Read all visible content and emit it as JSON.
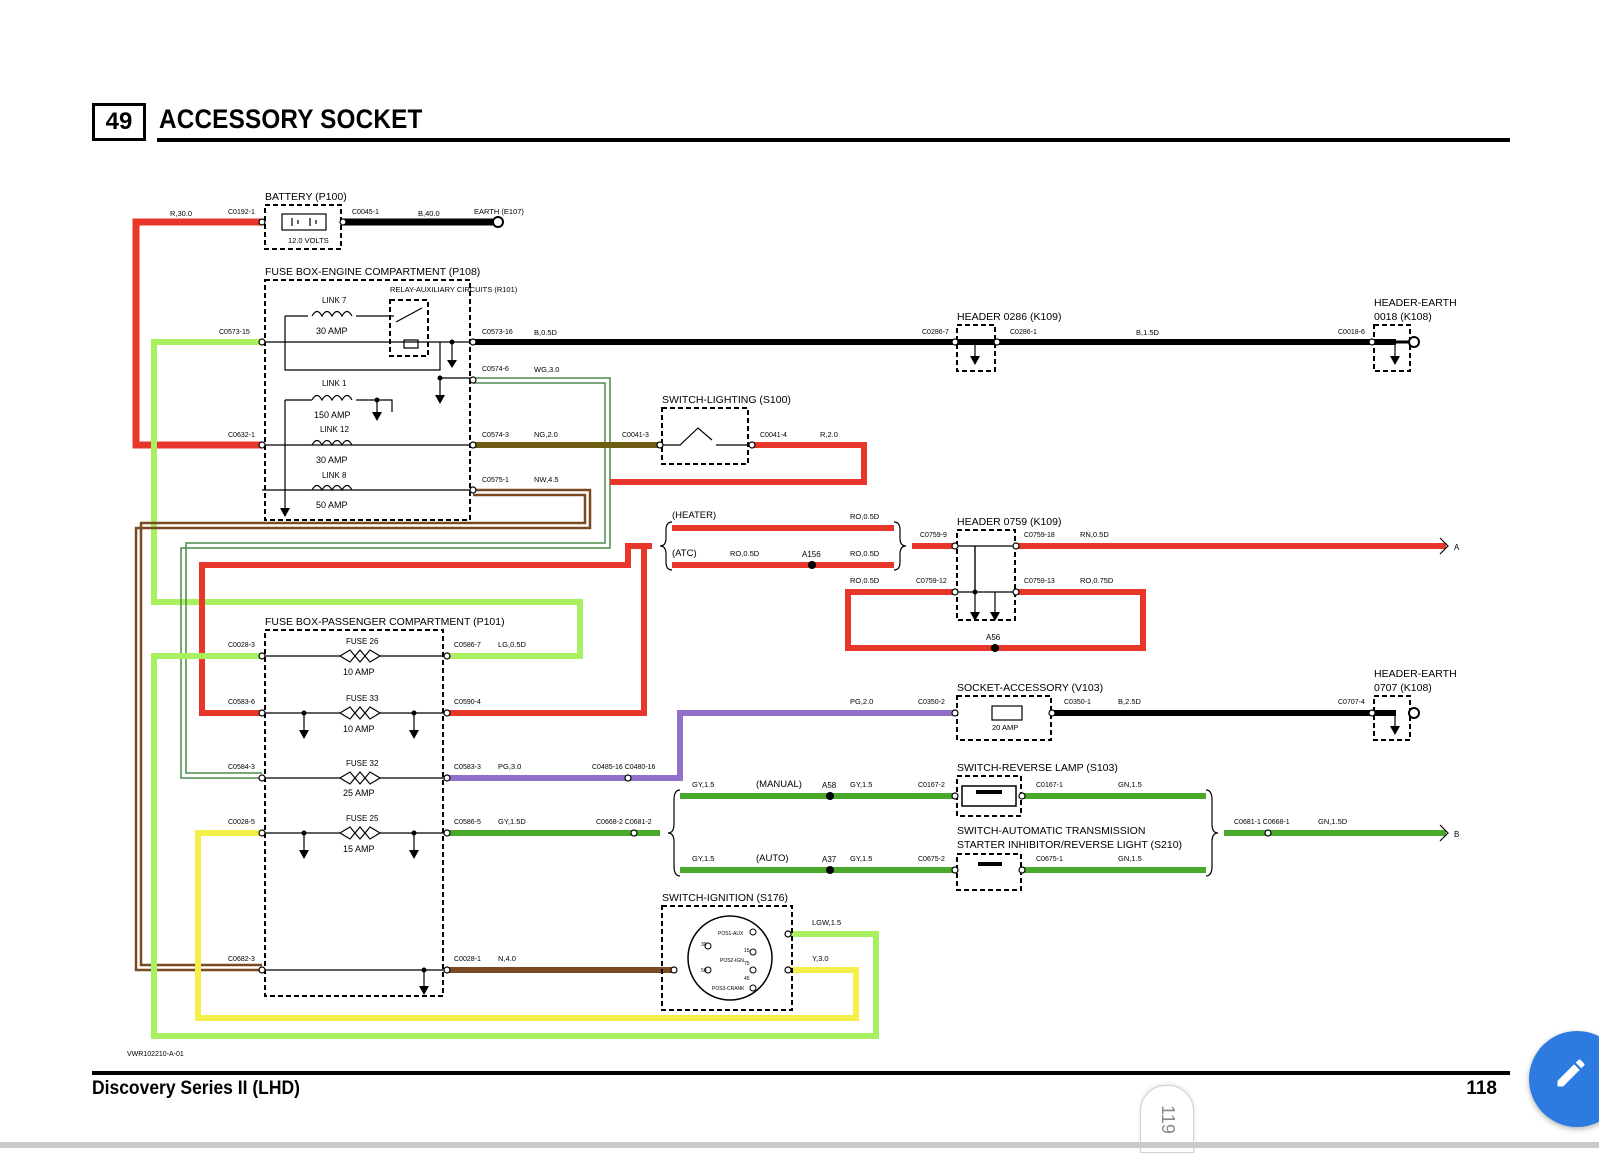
{
  "page": {
    "section_number": "49",
    "title": "ACCESSORY SOCKET",
    "footer_left": "Discovery Series II (LHD)",
    "footer_right": "118",
    "next_page_tab": "119",
    "drawing_ref": "VWR102210-A-01"
  },
  "colors": {
    "red": "#e8372a",
    "black": "#000000",
    "green": "#4aa82a",
    "light_green": "#a8f060",
    "yellow": "#f5ef4a",
    "brown": "#7a4a22",
    "purple": "#9070c8",
    "olive": "#6e5c14",
    "fab_blue": "#2d7be0"
  },
  "components": {
    "battery": "BATTERY (P100)",
    "battery_volts": "12.0 VOLTS",
    "fuse_box_engine": "FUSE BOX-ENGINE COMPARTMENT (P108)",
    "relay": "RELAY-AUXILIARY CIRCUITS (R101)",
    "switch_lighting": "SWITCH-LIGHTING (S100)",
    "header_0286": "HEADER 0286 (K109)",
    "header_earth_0018_line1": "HEADER-EARTH",
    "header_earth_0018_line2": "0018 (K108)",
    "header_0759": "HEADER 0759 (K109)",
    "fuse_box_passenger": "FUSE BOX-PASSENGER COMPARTMENT (P101)",
    "socket_accessory": "SOCKET-ACCESSORY (V103)",
    "socket_amp": "20 AMP",
    "header_earth_0707_line1": "HEADER-EARTH",
    "header_earth_0707_line2": "0707 (K108)",
    "switch_reverse": "SWITCH-REVERSE LAMP (S103)",
    "switch_auto_line1": "SWITCH-AUTOMATIC TRANSMISSION",
    "switch_auto_line2": "STARTER INHIBITOR/REVERSE LIGHT (S210)",
    "switch_ignition": "SWITCH-IGNITION (S176)",
    "earth_e107": "EARTH (E107)"
  },
  "fuses": {
    "link7": "LINK 7",
    "link7_amp": "30 AMP",
    "link1": "LINK 1",
    "link1_amp": "150 AMP",
    "link12": "LINK 12",
    "link12_amp": "30 AMP",
    "link8": "LINK 8",
    "link8_amp": "50 AMP",
    "fuse26": "FUSE 26",
    "fuse26_amp": "10 AMP",
    "fuse33": "FUSE 33",
    "fuse33_amp": "10 AMP",
    "fuse32": "FUSE 32",
    "fuse32_amp": "25 AMP",
    "fuse25": "FUSE 25",
    "fuse25_amp": "15 AMP"
  },
  "ignition_positions": {
    "aux": "POS1-AUX",
    "ign": "POS2-IGN",
    "crank": "POS3-CRANK",
    "t30": "30",
    "t15": "15",
    "t50": "50",
    "t75": "75",
    "t45": "45"
  },
  "wires": {
    "r30": "R,30.0",
    "b40": "B,40.0",
    "b05d": "B,0.5D",
    "b15d": "B,1.5D",
    "wg30": "WG,3.0",
    "ng20": "NG,2.0",
    "r20": "R,2.0",
    "nw45": "NW,4.5",
    "ro05d_heater": "RO,0.5D",
    "ro05d_atc1": "RO,0.5D",
    "ro05d_atc2": "RO,0.5D",
    "ro05d_loop": "RO,0.5D",
    "rn05d": "RN,0.5D",
    "ro075d": "RO,0.75D",
    "lg05d": "LG,0.5D",
    "pg20": "PG,2.0",
    "b25d": "B,2.5D",
    "pg30": "PG,3.0",
    "gy15_m1": "GY,1.5",
    "gy15_m2": "GY,1.5",
    "gn15_m": "GN,1.5",
    "gy15d": "GY,1.5D",
    "gn15d": "GN,1.5D",
    "gy15_a1": "GY,1.5",
    "gy15_a2": "GY,1.5",
    "gn15_a": "GN,1.5",
    "lgw15": "LGW,1.5",
    "y30": "Y,3.0",
    "n40": "N,4.0"
  },
  "connectors": {
    "c0192_1": "C0192-1",
    "c0045_1": "C0045-1",
    "c0573_15": "C0573-15",
    "c0573_16": "C0573-16",
    "c0286_7": "C0286-7",
    "c0286_1": "C0286-1",
    "c0018_6": "C0018-6",
    "c0574_6": "C0574-6",
    "c0632_1": "C0632-1",
    "c0574_3": "C0574-3",
    "c0041_3": "C0041-3",
    "c0041_4": "C0041-4",
    "c0575_1": "C0575-1",
    "c0759_9": "C0759-9",
    "c0759_18": "C0759-18",
    "c0759_12": "C0759-12",
    "c0759_13": "C0759-13",
    "c0028_3": "C0028-3",
    "c0586_7": "C0586-7",
    "c0583_6": "C0583-6",
    "c0590_4": "C0590-4",
    "c0350_2": "C0350-2",
    "c0350_1": "C0350-1",
    "c0707_4": "C0707-4",
    "c0584_3": "C0584-3",
    "c0583_3": "C0583-3",
    "c0485_16": "C0485-16 C0480-16",
    "c0167_2": "C0167-2",
    "c0167_1": "C0167-1",
    "c0028_5": "C0028-5",
    "c0586_5": "C0586-5",
    "c0668_2": "C0668-2 C0681-2",
    "c0681_1": "C0681-1 C0668-1",
    "c0675_2": "C0675-2",
    "c0675_1": "C0675-1",
    "c0682_3": "C0682-3",
    "c0028_1": "C0028-1"
  },
  "splices": {
    "a156": "A156",
    "a56": "A56",
    "a58": "A58",
    "a37": "A37"
  },
  "notes": {
    "heater": "(HEATER)",
    "atc": "(ATC)",
    "manual": "(MANUAL)",
    "auto": "(AUTO)",
    "cont_a": "A",
    "cont_b": "B"
  }
}
